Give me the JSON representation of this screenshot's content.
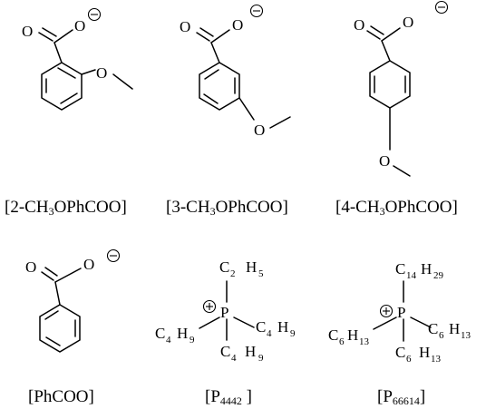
{
  "colors": {
    "ink": "#000000",
    "background": "#ffffff"
  },
  "atoms": {
    "O": "O",
    "P": "P",
    "C": "C",
    "H": "H"
  },
  "subscripts": {
    "two": "2",
    "four": "4",
    "five": "5",
    "six": "6",
    "nine": "9",
    "thirteen": "13",
    "fourteen": "14",
    "twentynine": "29"
  },
  "captions": {
    "ortho": {
      "pre": "[2-CH",
      "sub": "3",
      "post": "OPhCOO]"
    },
    "meta": {
      "pre": "[3-CH",
      "sub": "3",
      "post": "OPhCOO]"
    },
    "para": {
      "pre": "[4-CH",
      "sub": "3",
      "post": "OPhCOO]"
    },
    "benzoate": {
      "pre": "[PhCOO]",
      "sub": "",
      "post": ""
    },
    "p4442": {
      "pre": "[P",
      "sub": "4442",
      "post": " ]"
    },
    "p66614": {
      "pre": "[P",
      "sub": "66614",
      "post": "]"
    }
  }
}
